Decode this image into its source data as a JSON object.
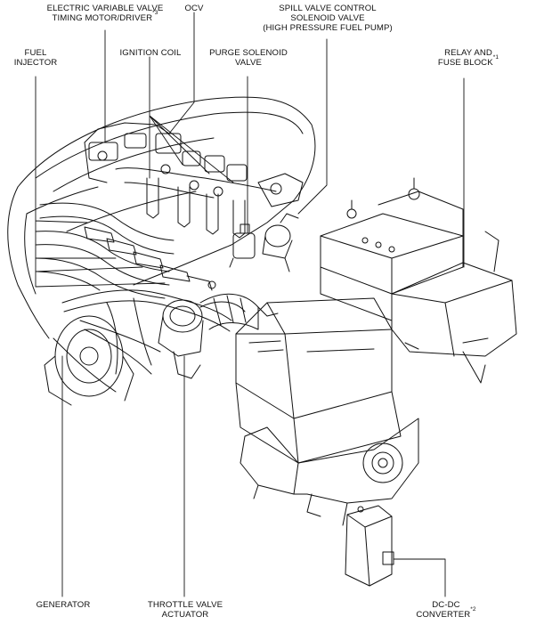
{
  "labels": {
    "ev_valve": {
      "l1": "ELECTRIC VARIABLE VALVE",
      "l2": "TIMING MOTOR/DRIVER",
      "sup": "*3"
    },
    "ocv": {
      "l1": "OCV"
    },
    "spill_valve": {
      "l1": "SPILL VALVE CONTROL",
      "l2": "SOLENOID VALVE",
      "l3": "(HIGH PRESSURE FUEL PUMP)"
    },
    "fuel_injector": {
      "l1": "FUEL",
      "l2": "INJECTOR"
    },
    "ignition_coil": {
      "l1": "IGNITION COIL"
    },
    "purge_valve": {
      "l1": "PURGE SOLENOID",
      "l2": "VALVE"
    },
    "relay_fuse": {
      "l1": "RELAY AND",
      "l2": "FUSE BLOCK",
      "sup": "*1"
    },
    "generator": {
      "l1": "GENERATOR"
    },
    "throttle": {
      "l1": "THROTTLE VALVE",
      "l2": "ACTUATOR"
    },
    "dcdc": {
      "l1": "DC-DC",
      "l2": "CONVERTER",
      "sup": "*2"
    }
  }
}
